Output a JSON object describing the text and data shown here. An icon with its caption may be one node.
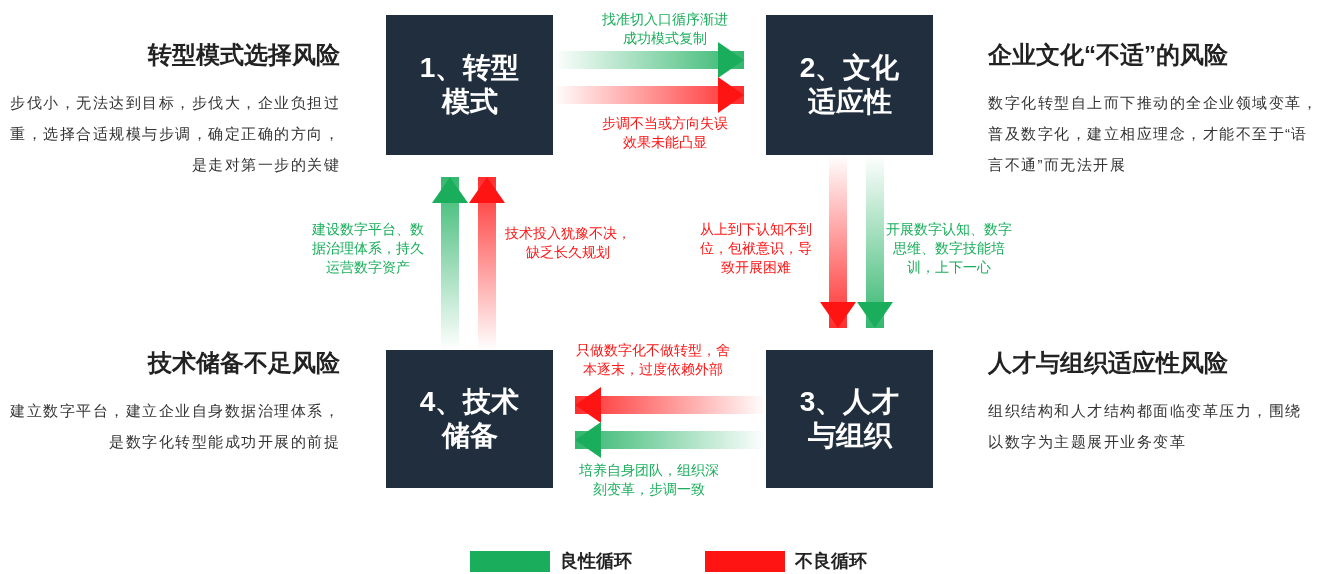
{
  "diagram": {
    "nodes": [
      {
        "text": [
          "1、转型模式"
        ],
        "beside": [
          "转型模式选择风险",
          "步伐小，无法达到目标，步伐大，企业负担过重，选择合适规模与步调，确定正确的方向，是走对第一步的关键"
        ]
      },
      {
        "text": [
          "2、文化适应性"
        ],
        "beside": [
          "企业文化“不适”的风险",
          "数字化转型自上而下推动的全企业领域变革，普及数字化，建立相应理念，才能不至于“语言不通”而无法开展"
        ]
      },
      {
        "text": [
          "3、人才与组织"
        ],
        "beside": [
          "人才与组织适应性风险",
          "组织结构和人才结构都面临变革压力，围绕以数字为主题展开业务变革"
        ]
      },
      {
        "text": [
          "4、技术储备"
        ],
        "beside": [
          "技术储备不足风险",
          "建立数字平台，建立企业自身数据治理体系，是数字化转型能成功开展的前提"
        ]
      }
    ],
    "edges": [
      {
        "from": 0,
        "to": 1,
        "arrow": "to",
        "style": "thick",
        "color": "#1aae5c",
        "label": "找准切入口循序渐进成功模式复制"
      },
      {
        "from": 0,
        "to": 1,
        "arrow": "to",
        "style": "thick",
        "color": "#ff1414",
        "label": "步调不当或方向失误效果未能凸显"
      },
      {
        "from": 1,
        "to": 2,
        "arrow": "to",
        "style": "thick",
        "color": "#ff1414",
        "label": "从上到下认知不到位，包袱意识，导致开展困难"
      },
      {
        "from": 1,
        "to": 2,
        "arrow": "to",
        "style": "thick",
        "color": "#1aae5c",
        "label": "开展数字认知、数字思维、数字技能培训，上下一心"
      },
      {
        "from": 2,
        "to": 3,
        "arrow": "to",
        "style": "thick",
        "color": "#ff1414",
        "label": "只做数字化不做转型，舍本逐末，过度依赖外部"
      },
      {
        "from": 2,
        "to": 3,
        "arrow": "to",
        "style": "thick",
        "color": "#1aae5c",
        "label": "培养自身团队，组织深刻变革，步调一致"
      },
      {
        "from": 3,
        "to": 0,
        "arrow": "to",
        "style": "thick",
        "color": "#1aae5c",
        "label": "建设数字平台、数据治理体系，持久运营数字资产"
      },
      {
        "from": 3,
        "to": 0,
        "arrow": "to",
        "style": "thick",
        "color": "#ff1414",
        "label": "技术投入犹豫不决，缺乏长久规划"
      }
    ],
    "legend": [
      {
        "text": "良性循环",
        "color": "#1aae5c"
      },
      {
        "text": "不良循环",
        "color": "#ff1414"
      }
    ]
  }
}
